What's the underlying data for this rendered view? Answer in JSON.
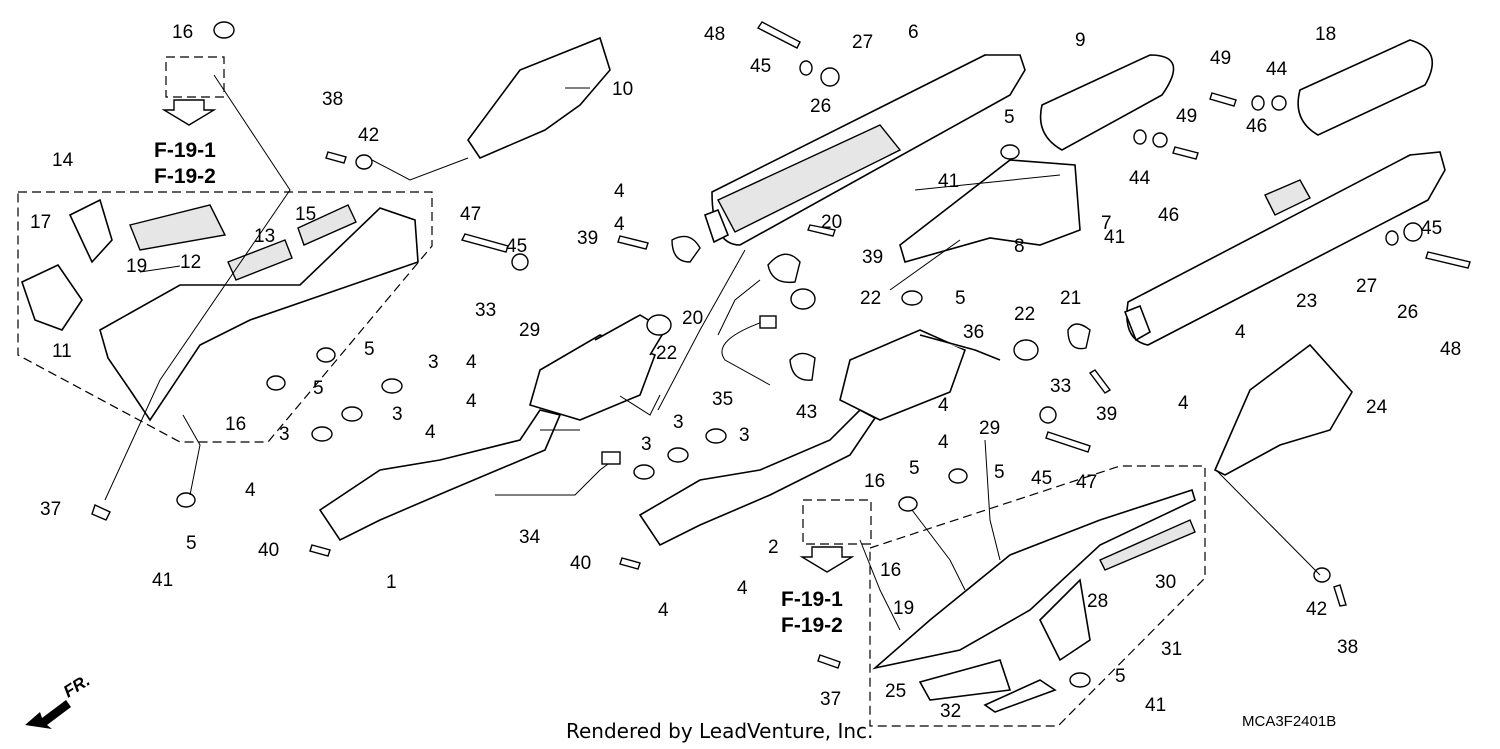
{
  "callouts": [
    "1",
    "2",
    "3",
    "4",
    "5",
    "6",
    "7",
    "8",
    "9",
    "10",
    "11",
    "12",
    "13",
    "14",
    "15",
    "16",
    "17",
    "18",
    "19",
    "20",
    "21",
    "22",
    "23",
    "24",
    "25",
    "26",
    "27",
    "28",
    "29",
    "30",
    "31",
    "32",
    "33",
    "34",
    "35",
    "36",
    "37",
    "38",
    "39",
    "40",
    "41",
    "42",
    "43",
    "44",
    "45",
    "46",
    "47",
    "48",
    "49"
  ],
  "references": {
    "ref_line_1": "F-19-1",
    "ref_line_2": "F-19-2"
  },
  "direction_label": "FR.",
  "footer_text": "Rendered by LeadVenture, Inc.",
  "diagram_code": "MCA3F2401B"
}
